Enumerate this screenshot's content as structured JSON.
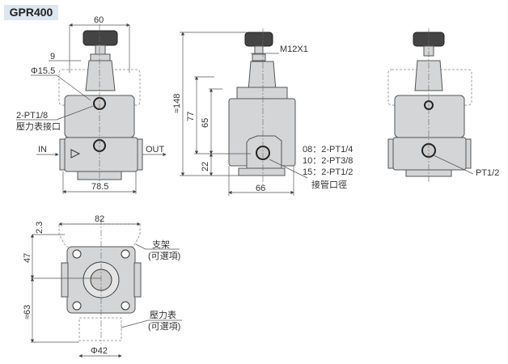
{
  "title": "GPR400",
  "front_view": {
    "width_top": "60",
    "offset": "9",
    "diameter": "Φ15.5",
    "gauge_port": "2-PT1/8",
    "gauge_port_label": "壓力表接口",
    "inlet": "IN",
    "outlet": "OUT",
    "width_bottom": "78.5"
  },
  "side_view": {
    "thread": "M12X1",
    "height_total": "≈148",
    "height_77": "77",
    "height_65": "65",
    "height_22": "22",
    "width": "66",
    "port_sizes": [
      "08：2-PT1/4",
      "10：2-PT3/8",
      "15：2-PT1/2"
    ],
    "port_label": "接管口徑"
  },
  "rear_view": {
    "port": "PT1/2"
  },
  "top_view": {
    "width": "82",
    "offset": "2.3",
    "depth": "47",
    "gauge_depth": "≈63",
    "gauge_diameter": "Φ42",
    "bracket_label": "支架",
    "bracket_optional": "(可選項)",
    "gauge_label": "壓力表",
    "gauge_optional": "(可選項)"
  }
}
